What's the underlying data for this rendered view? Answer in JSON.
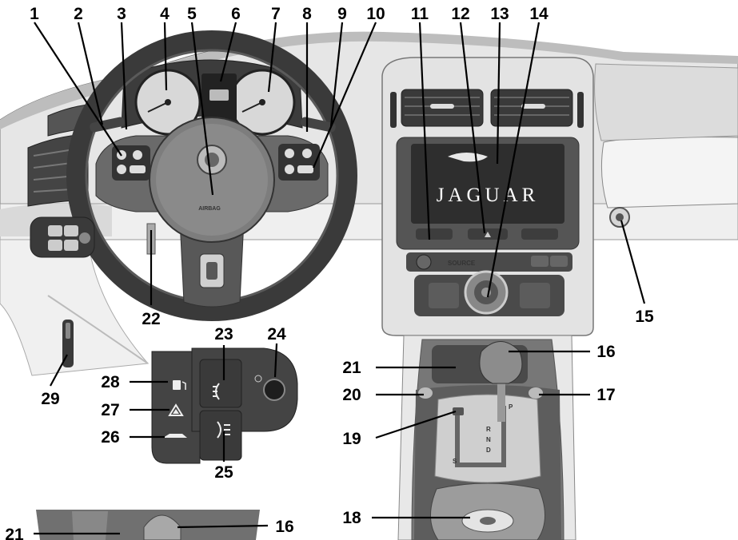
{
  "callouts": {
    "c1": "1",
    "c2": "2",
    "c3": "3",
    "c4": "4",
    "c5": "5",
    "c6": "6",
    "c7": "7",
    "c8": "8",
    "c9": "9",
    "c10": "10",
    "c11": "11",
    "c12": "12",
    "c13": "13",
    "c14": "14",
    "c15": "15",
    "c16": "16",
    "c17": "17",
    "c18": "18",
    "c19": "19",
    "c20": "20",
    "c21": "21",
    "c22": "22",
    "c23": "23",
    "c24": "24",
    "c25": "25",
    "c26": "26",
    "c27": "27",
    "c28": "28",
    "c29": "29",
    "c16b": "16",
    "c21b": "21"
  },
  "labels": {
    "airbag": "AIRBAG",
    "brand": "JAGUAR",
    "source": "SOURCE",
    "gear_p": "P",
    "gear_r": "R",
    "gear_n": "N",
    "gear_d": "D",
    "gear_s": "S"
  },
  "icons": {
    "fuel_flap": "fuel-pump-icon",
    "hazard": "hazard-triangle-icon",
    "boot_release": "car-boot-icon",
    "front_fog": "front-fog-lamp-icon",
    "rear_fog": "rear-fog-lamp-icon",
    "light_dial": "headlamp-dial-icon"
  }
}
